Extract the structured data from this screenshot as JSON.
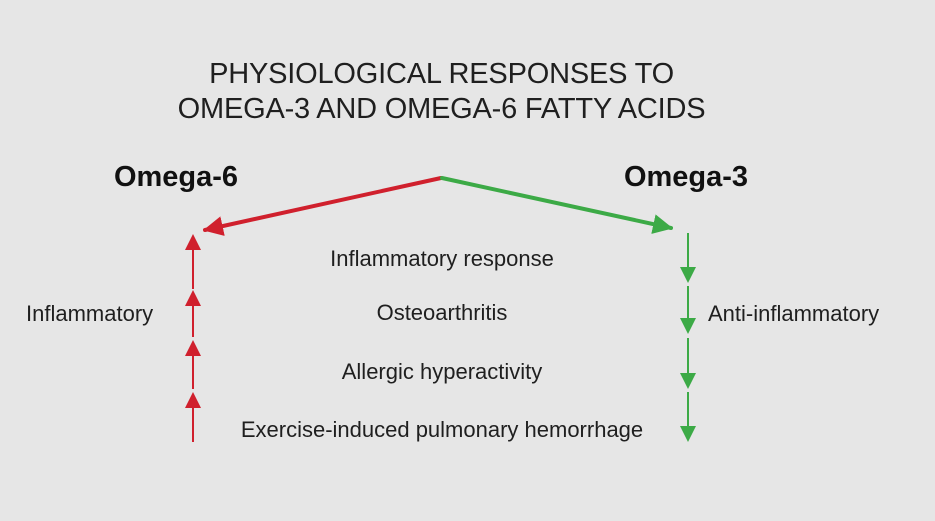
{
  "diagram": {
    "title": {
      "line1": "PHYSIOLOGICAL RESPONSES TO",
      "line2": "OMEGA-3 AND OMEGA-6 FATTY ACIDS"
    },
    "branches": {
      "left": {
        "label": "Omega-6",
        "effect": "Inflammatory",
        "color": "#d0202d"
      },
      "right": {
        "label": "Omega-3",
        "effect": "Anti-inflammatory",
        "color": "#3caa46"
      }
    },
    "responses": [
      "Inflammatory response",
      "Osteoarthritis",
      "Allergic hyperactivity",
      "Exercise-induced pulmonary hemorrhage"
    ]
  },
  "colors": {
    "background": "#e6e6e6",
    "text": "#1f1f1f",
    "left_arrows": "#d0202d",
    "right_arrows": "#3caa46"
  },
  "icons": {
    "left_branch_arrow": "arrow-left-down-icon",
    "right_branch_arrow": "arrow-right-down-icon",
    "left_vertical_arrows": "arrow-up-icon",
    "right_vertical_arrows": "arrow-down-icon"
  }
}
